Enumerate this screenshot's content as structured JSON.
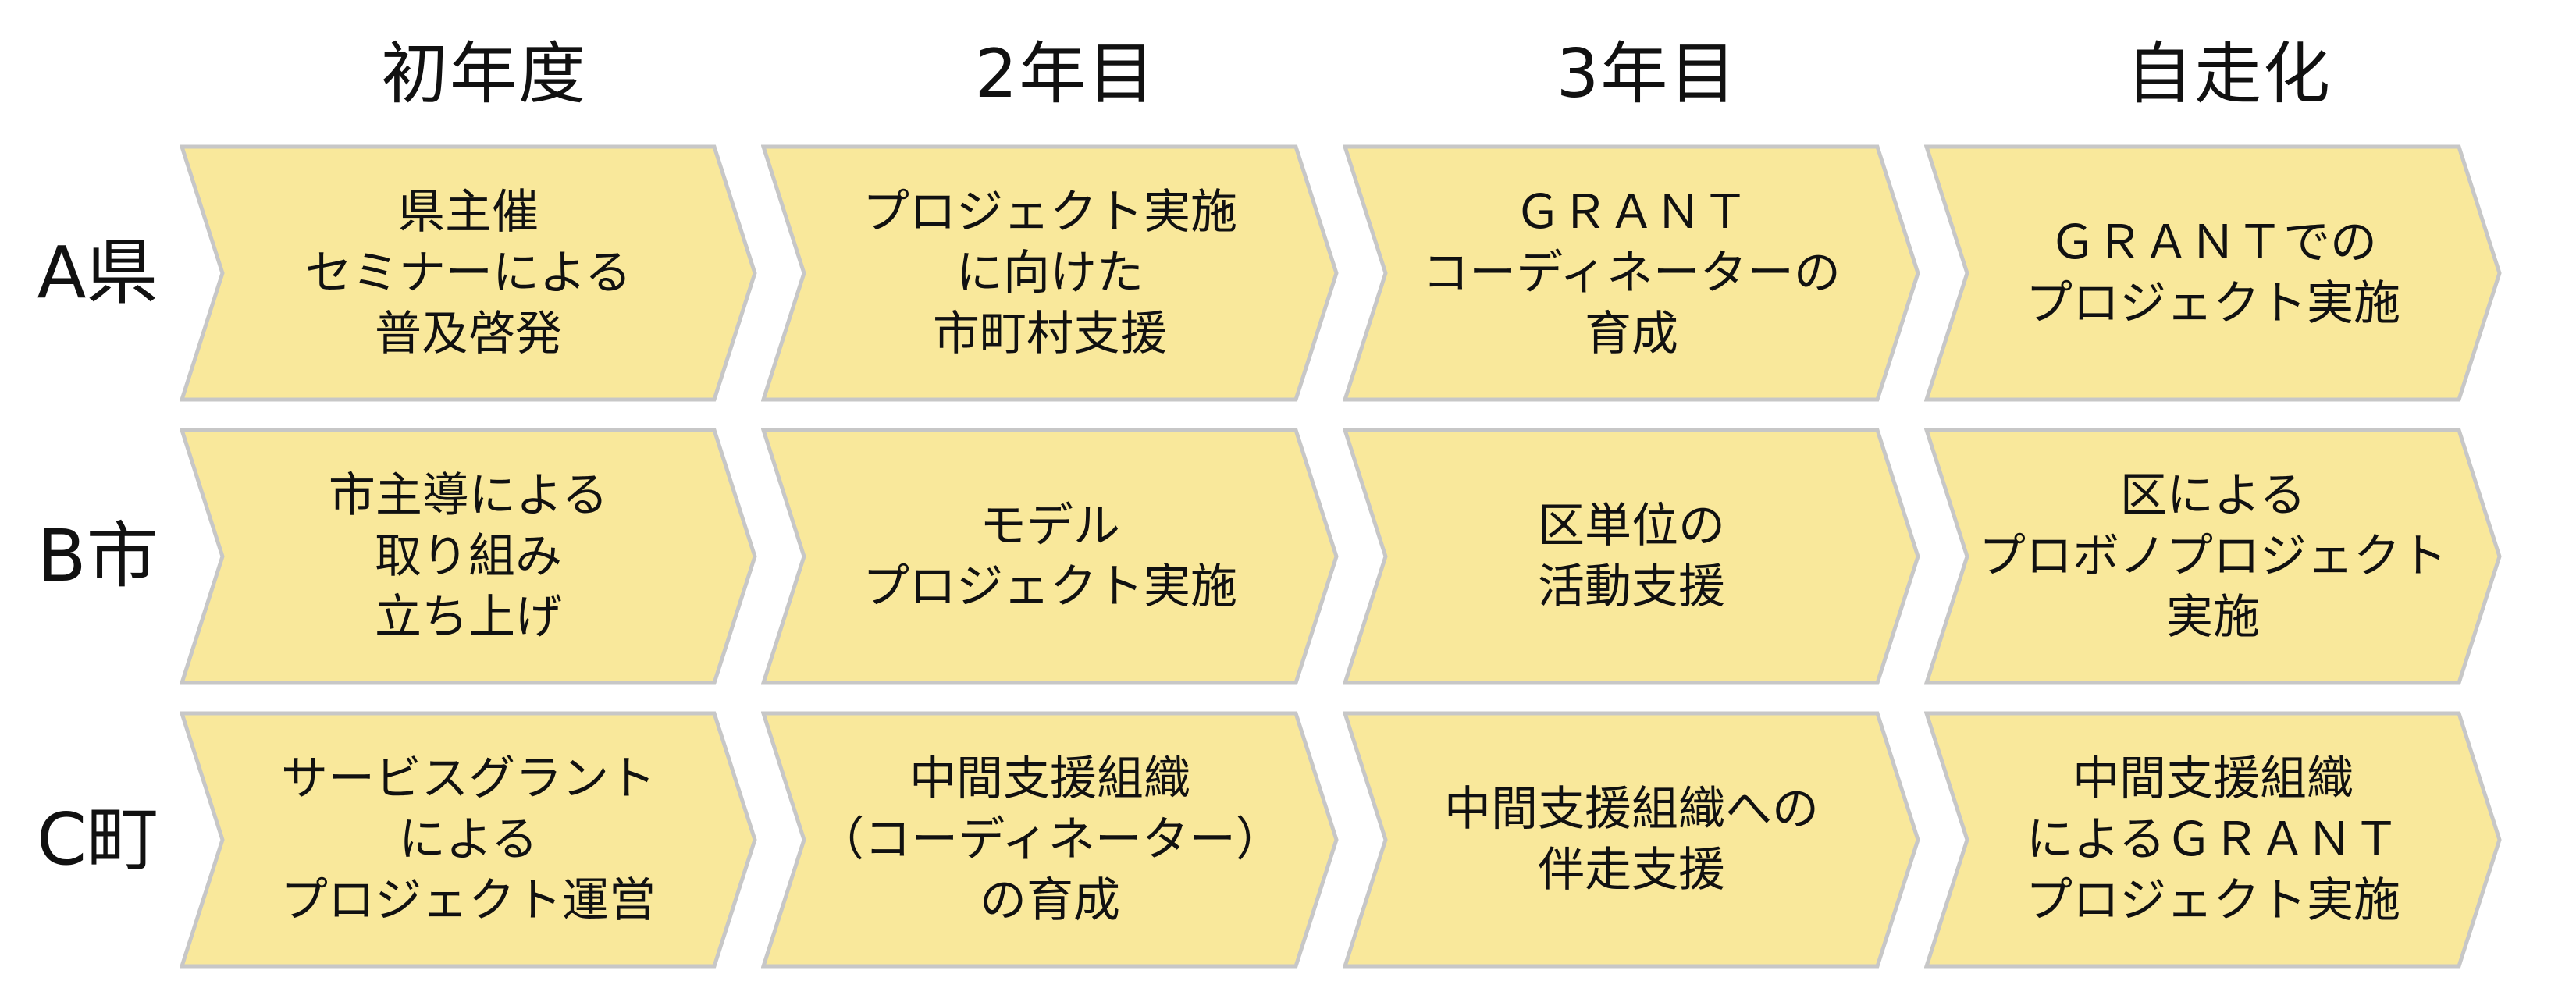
{
  "columns": [
    {
      "label": "初年度"
    },
    {
      "label": "2年目"
    },
    {
      "label": "3年目"
    },
    {
      "label": "自走化"
    }
  ],
  "rows": [
    {
      "label": "A県",
      "cells": [
        {
          "lines": [
            "県主催",
            "セミナーによる",
            "普及啓発"
          ]
        },
        {
          "lines": [
            "プロジェクト実施",
            "に向けた",
            "市町村支援"
          ]
        },
        {
          "lines": [
            "ＧＲＡＮＴ",
            "コーディネーターの",
            "育成"
          ]
        },
        {
          "lines": [
            "ＧＲＡＮＴでの",
            "プロジェクト実施"
          ]
        }
      ]
    },
    {
      "label": "B市",
      "cells": [
        {
          "lines": [
            "市主導による",
            "取り組み",
            "立ち上げ"
          ]
        },
        {
          "lines": [
            "モデル",
            "プロジェクト実施"
          ]
        },
        {
          "lines": [
            "区単位の",
            "活動支援"
          ]
        },
        {
          "lines": [
            "区による",
            "プロボノプロジェクト",
            "実施"
          ]
        }
      ]
    },
    {
      "label": "C町",
      "cells": [
        {
          "lines": [
            "サービスグラント",
            "による",
            "プロジェクト運営"
          ]
        },
        {
          "lines": [
            "中間支援組織",
            "（コーディネーター）",
            "の育成"
          ]
        },
        {
          "lines": [
            "中間支援組織への",
            "伴走支援"
          ]
        },
        {
          "lines": [
            "中間支援組織",
            "によるＧＲＡＮＴ",
            "プロジェクト実施"
          ]
        }
      ]
    }
  ],
  "colors": {
    "chevron_fill": "#F9E89B",
    "chevron_stroke": "#C7C7C7",
    "text": "#111111"
  }
}
